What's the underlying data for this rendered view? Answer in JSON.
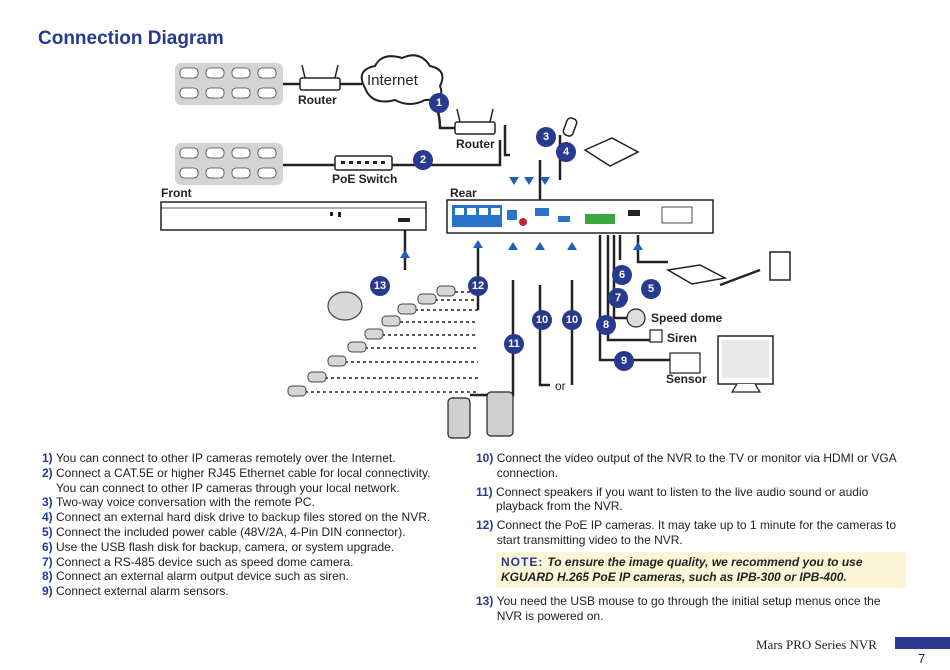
{
  "title": "Connection Diagram",
  "diagram": {
    "labels": {
      "internet": "Internet",
      "router_left": "Router",
      "router_right": "Router",
      "poe_switch": "PoE Switch",
      "front": "Front",
      "rear": "Rear",
      "speed_dome": "Speed dome",
      "siren": "Siren",
      "sensor": "Sensor",
      "or": "or"
    },
    "badges": [
      "1",
      "2",
      "3",
      "4",
      "5",
      "6",
      "7",
      "8",
      "9",
      "10",
      "10",
      "11",
      "12",
      "13"
    ]
  },
  "steps_left": [
    {
      "num": "1)",
      "text": "You can connect to other IP cameras remotely over the Internet."
    },
    {
      "num": "2)",
      "text": "Connect a CAT.5E or higher RJ45 Ethernet cable for local connectivity. You can connect to other IP cameras through your local network."
    },
    {
      "num": "3)",
      "text": "Two-way voice conversation with the remote PC."
    },
    {
      "num": "4)",
      "text": "Connect an external hard disk drive to backup files stored on the NVR."
    },
    {
      "num": "5)",
      "text": "Connect the included power cable (48V/2A, 4-Pin DIN connector)."
    },
    {
      "num": "6)",
      "text": "Use the USB flash disk for backup, camera, or system upgrade."
    },
    {
      "num": "7)",
      "text": "Connect a RS-485 device such as speed dome camera."
    },
    {
      "num": "8)",
      "text": "Connect an external alarm output device such as siren."
    },
    {
      "num": "9)",
      "text": "Connect external alarm sensors."
    }
  ],
  "steps_right": [
    {
      "num": "10)",
      "text": "Connect the video output of the NVR to the TV or monitor via HDMI or VGA connection."
    },
    {
      "num": "11)",
      "text": "Connect speakers if you want to listen to the live audio sound or audio playback from the NVR."
    },
    {
      "num": "12)",
      "text": "Connect the PoE IP cameras. It may take up to 1 minute for the cameras to start transmitting video to the NVR."
    }
  ],
  "note": {
    "tag": "NOTE:",
    "text": "To ensure the image quality, we recommend you to use KGUARD H.265 PoE IP cameras, such as IPB-300 or IPB-400."
  },
  "step_13": {
    "num": "13)",
    "text": "You need the USB mouse to go through the initial setup menus once the NVR is powered on."
  },
  "footer": {
    "series": "Mars PRO Series NVR",
    "page": "7"
  }
}
